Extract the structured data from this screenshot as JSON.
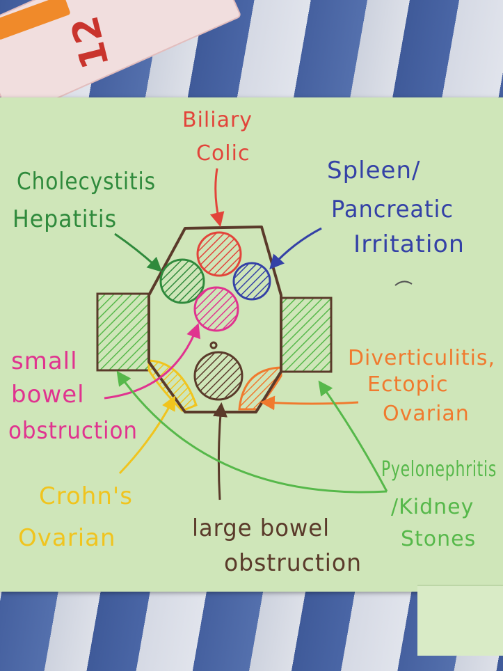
{
  "labels": {
    "biliary_1": "Biliary",
    "biliary_2": "Colic",
    "chole_1": "Cholecystitis",
    "chole_2": "Hepatitis",
    "spleen_1": "Spleen/",
    "spleen_2": "Pancreatic",
    "spleen_3": "Irritation",
    "small_1": "small",
    "small_2": "bowel",
    "small_3": "obstruction",
    "divert_1": "Diverticulitis,",
    "divert_2": "Ectopic",
    "divert_3": "Ovarian",
    "crohn_1": "Crohn's",
    "crohn_2": "Ovarian",
    "large_1": "large bowel",
    "large_2": "obstruction",
    "pyelo_1": "Pyelonephritis",
    "pyelo_2": "/Kidney",
    "pyelo_3": "Stones",
    "tape_number": "12"
  },
  "colors": {
    "red": "#e2443a",
    "green": "#2f8a3c",
    "blue": "#3441a6",
    "magenta": "#e0338f",
    "orange": "#f07a2e",
    "yellow": "#f0c41e",
    "brown": "#5a3a2a",
    "lightgreen": "#56b84a"
  }
}
